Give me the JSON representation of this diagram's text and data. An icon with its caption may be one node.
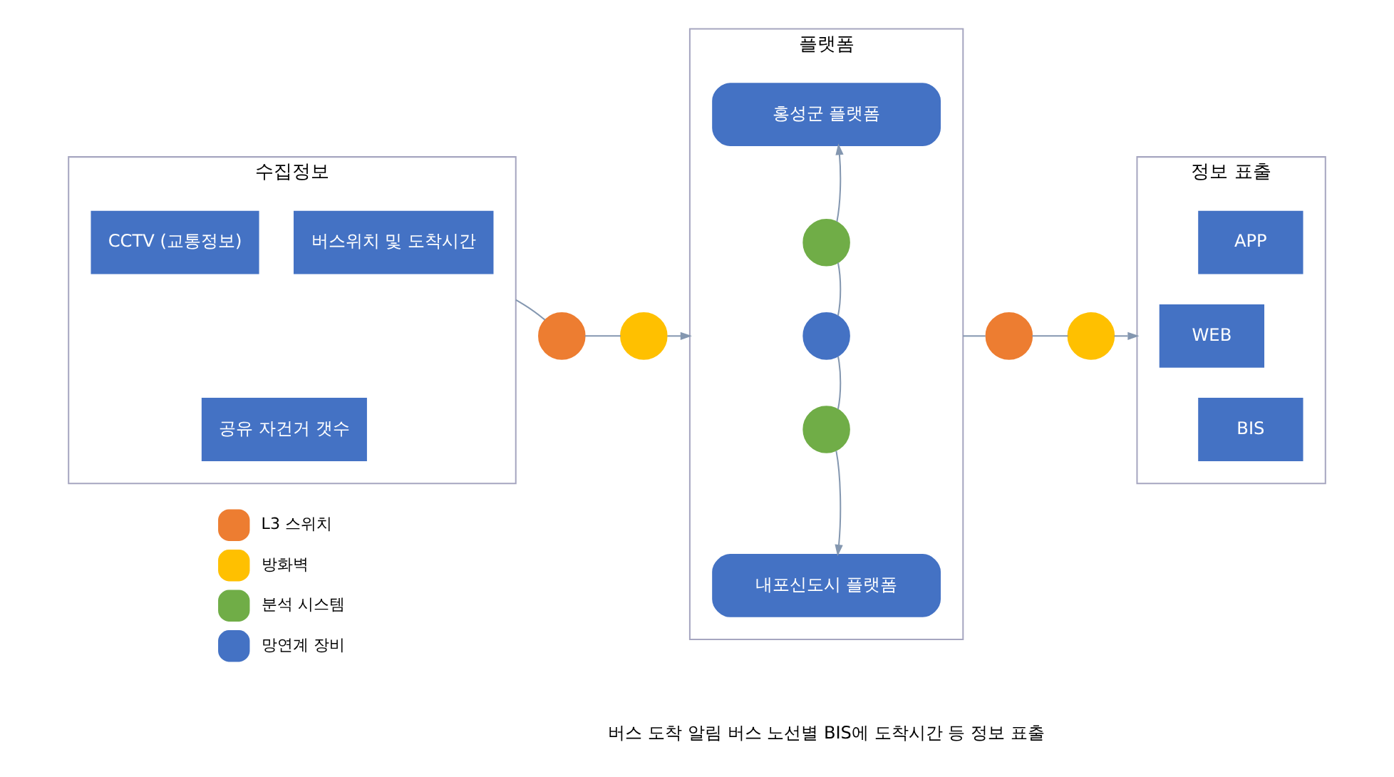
{
  "diagram": {
    "nodes": [
      {
        "text": [
          "수집정보"
        ]
      },
      {
        "text": [
          "CCTV (교통정보)"
        ],
        "in": 0
      },
      {
        "text": [
          "버스위치 및 도착시간"
        ],
        "in": 0
      },
      {
        "text": [
          "공유 자건거 갯수"
        ],
        "in": 0
      },
      {
        "text": [],
        "shape": "circle"
      },
      {
        "text": [],
        "shape": "circle"
      },
      {
        "text": [
          "플랫폼"
        ]
      },
      {
        "text": [
          "홍성군 플랫폼"
        ],
        "in": 6
      },
      {
        "text": [],
        "shape": "circle",
        "in": 6
      },
      {
        "text": [],
        "shape": "circle",
        "in": 6
      },
      {
        "text": [],
        "shape": "circle",
        "in": 6
      },
      {
        "text": [
          "내포신도시 플랫폼"
        ],
        "in": 6
      },
      {
        "text": [],
        "shape": "circle"
      },
      {
        "text": [],
        "shape": "circle"
      },
      {
        "text": [
          "정보 표출"
        ]
      },
      {
        "text": [
          "APP"
        ],
        "in": 14
      },
      {
        "text": [
          "BIS"
        ],
        "in": 14
      },
      {
        "text": [
          "WEB"
        ],
        "in": 14
      }
    ],
    "edges": [
      {
        "from": 0,
        "to": 4,
        "arrow": "none"
      },
      {
        "from": 4,
        "to": 5,
        "arrow": "none"
      },
      {
        "from": 5,
        "to": 6,
        "arrow": "to"
      },
      {
        "from": 9,
        "to": 8,
        "arrow": "none"
      },
      {
        "from": 8,
        "to": 7,
        "arrow": "to"
      },
      {
        "from": 9,
        "to": 10,
        "arrow": "none"
      },
      {
        "from": 10,
        "to": 11,
        "arrow": "to"
      },
      {
        "from": 6,
        "to": 12,
        "arrow": "none"
      },
      {
        "from": 12,
        "to": 13,
        "arrow": "none"
      },
      {
        "from": 13,
        "to": 14,
        "arrow": "to"
      }
    ],
    "labels": [
      "버스 도착 알림 버스 노선별 BIS에 도착시간 등 정보 표출"
    ],
    "legend": [
      {
        "text": "L3 스위치",
        "color": "#ed7d31"
      },
      {
        "text": "방화벽",
        "color": "#ffc000"
      },
      {
        "text": "분석 시스템",
        "color": "#70ad47"
      },
      {
        "text": "망연계 장비",
        "color": "#4472c4"
      }
    ]
  }
}
